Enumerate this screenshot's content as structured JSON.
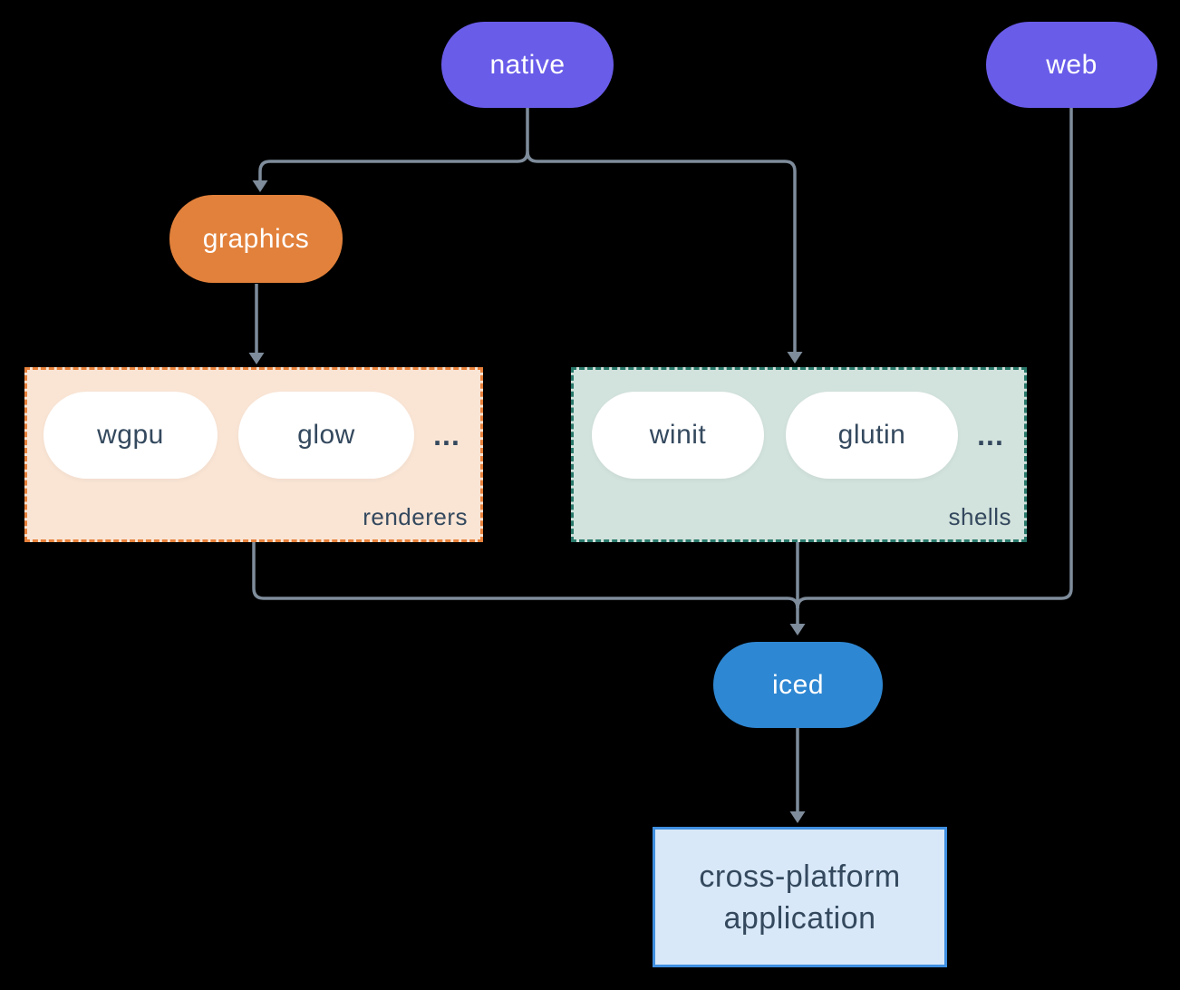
{
  "nodes": {
    "native": {
      "label": "native"
    },
    "web": {
      "label": "web"
    },
    "graphics": {
      "label": "graphics"
    },
    "iced": {
      "label": "iced"
    },
    "application": {
      "line1": "cross-platform",
      "line2": "application"
    }
  },
  "groups": {
    "renderers": {
      "label": "renderers",
      "items": [
        "wgpu",
        "glow"
      ],
      "ellipsis": "..."
    },
    "shells": {
      "label": "shells",
      "items": [
        "winit",
        "glutin"
      ],
      "ellipsis": "..."
    }
  },
  "colors": {
    "background": "#000000",
    "node_purple": "#695CE9",
    "node_orange": "#E2813B",
    "node_blue": "#2E87D2",
    "group_renderers_fill": "#FAE5D5",
    "group_renderers_border": "#E8823C",
    "group_shells_fill": "#D2E2DC",
    "group_shells_border": "#2A7A6C",
    "app_fill": "#D8E8F8",
    "app_border": "#3F8FE0",
    "arrow": "#7E8C9B",
    "text_dark": "#34495E",
    "text_light": "#FFFFFF"
  }
}
